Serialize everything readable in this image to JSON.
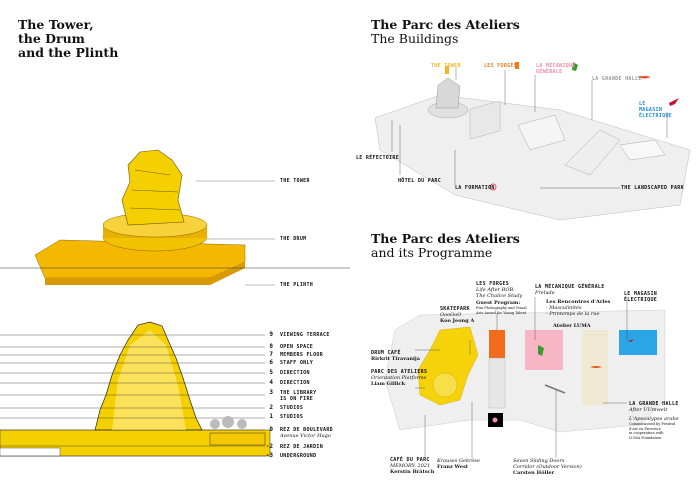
{
  "left": {
    "title": [
      "The Tower,",
      "the Drum",
      "and the Plinth"
    ],
    "elevation_labels": {
      "tower": "THE TOWER",
      "drum": "THE DRUM",
      "plinth": "THE PLINTH"
    },
    "floors": [
      {
        "num": "9",
        "label": "VIEWING TERRACE"
      },
      {
        "num": "8",
        "label": "OPEN SPACE"
      },
      {
        "num": "7",
        "label": "MEMBERS FLOOR"
      },
      {
        "num": "6",
        "label": "STAFF ONLY"
      },
      {
        "num": "5",
        "label": "DIRECTION"
      },
      {
        "num": "4",
        "label": "DIRECTION"
      },
      {
        "num": "3",
        "label": "THE LIBRARY IS ON FIRE"
      },
      {
        "num": "2",
        "label": "STUDIOS"
      },
      {
        "num": "1",
        "label": "STUDIOS"
      },
      {
        "num": "0",
        "label": "REZ DE BOULEVARD",
        "note": "Avenue Victor Hugo"
      },
      {
        "num": "-2",
        "label": "REZ DE JARDIN"
      },
      {
        "num": "-3",
        "label": "UNDERGROUND"
      }
    ]
  },
  "buildings": {
    "title": "The Parc des Ateliers",
    "subtitle": "The Buildings",
    "labels": {
      "tower": "THE TOWER",
      "forges": "LES FORGES",
      "mecanique": "LA MÉCANIQUE GÉNÉRALE",
      "grande_halle": "LA GRANDE HALLE",
      "magasin": "LE MAGASIN ÉLECTRIQUE",
      "refectoire": "LE RÉFECTOIRE",
      "hotel": "HÔTEL DU PARC",
      "formation": "LA FORMATION",
      "park": "THE LANDSCAPED PARK"
    },
    "colors": {
      "tower": "#f2b51c",
      "forges": "#f07a1e",
      "mecanique": "#f08aa0",
      "mecanique_icon": "#3a9a2a",
      "grande_halle": "#999999",
      "grande_halle_icon": "#e8501c",
      "magasin": "#1c8ad8",
      "magasin_icon": "#c8102e",
      "formation_icon": "#e8506a"
    }
  },
  "programme": {
    "title": "The Parc des Ateliers",
    "subtitle": "and its Programme",
    "forges": {
      "name": "LES FORGES",
      "work": [
        "Life After BOB:",
        "The Chalice Study"
      ],
      "guest": "Guest Program:",
      "guest_detail": [
        "Prix Photography and Visual",
        "Arts Award for Young Talent"
      ]
    },
    "mecanique": {
      "name": "LA MÉCANIQUE GÉNÉRALE",
      "work": "Prelude",
      "rencontres": "Les Rencontres d'Arles",
      "items": [
        "- Masculinités",
        "- Printemps de la rue"
      ],
      "atelier": "Atelier LUMA"
    },
    "magasin": {
      "name": [
        "LE MAGASIN",
        "ÉLECTRIQUE"
      ]
    },
    "skatepark": {
      "name": "SKATEPARK",
      "work": "OooOoO",
      "artist": "Koo Jeong A"
    },
    "drum_cafe": {
      "name": "DRUM CAFÉ",
      "artist": "Rirkrit Tiravanija"
    },
    "parc": {
      "name": "PARC DES ATELIERS",
      "work": "Orientation Platforms",
      "artist": "Liam Gillick"
    },
    "grande_halle": {
      "name": "LA GRANDE HALLE",
      "work": "After UUmwelt",
      "extra_title": "L'Apocalypse arabe",
      "extra": [
        "Commissioned by Festival",
        "d'Art en Provence",
        "in cooperation with",
        "LUMA Foundation"
      ]
    },
    "cafe_parc": {
      "name": "CAFÉ DU PARC",
      "work": "MEMORY, 2021",
      "artist": "Kerstin Brätsch"
    },
    "krauses": {
      "work": "Krauses Gekröse",
      "artist": "Franz West"
    },
    "doors": {
      "work": [
        "Seven Sliding Doors",
        "Corridor (Outdoor Version)"
      ],
      "artist": "Carsten Höller"
    }
  },
  "colors": {
    "yellow": "#f5d20a",
    "orange": "#f26b1d",
    "pink": "#f7b6c6",
    "cream": "#efe8d2",
    "blue": "#2aa6e6"
  }
}
